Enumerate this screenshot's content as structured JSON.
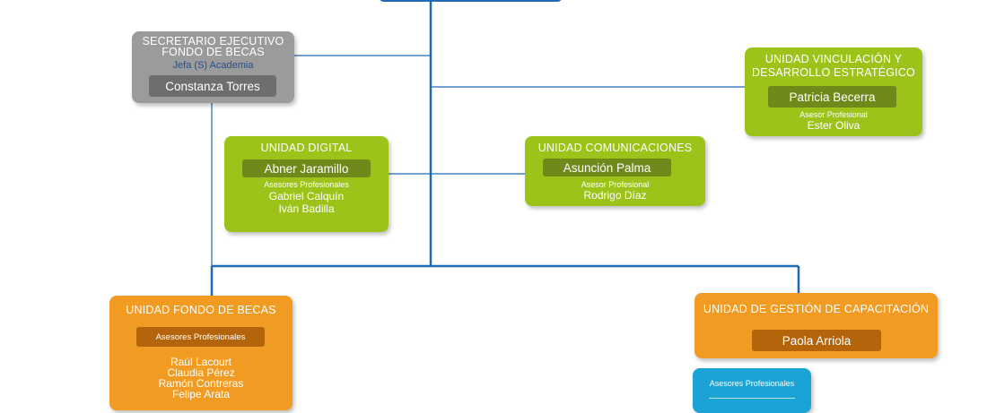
{
  "top_unit": {
    "title": ""
  },
  "secretario": {
    "title_line1": "SECRETARIO EJECUTIVO",
    "title_line2": "FONDO DE BECAS",
    "subtitle": "Jefa (S) Academia",
    "name": "Constanza Torres"
  },
  "vinculacion": {
    "title_line1": "UNIDAD VINCULACIÓN  Y",
    "title_line2": "DESARROLLO ESTRATÉGICO",
    "head": "Patricia Becerra",
    "role_label": "Asesor Profesional",
    "members": [
      "Ester Oliva"
    ]
  },
  "digital": {
    "title": "UNIDAD DIGITAL",
    "head": "Abner Jaramillo",
    "role_label": "Asesores Profesionales",
    "members": [
      "Gabriel Calquín",
      "Iván Badilla"
    ]
  },
  "comunicaciones": {
    "title": "UNIDAD COMUNICACIONES",
    "head": "Asunción Palma",
    "role_label": "Asesor Profesional",
    "members": [
      "Rodrigo Díaz"
    ]
  },
  "fondo_becas": {
    "title": "UNIDAD FONDO DE BECAS",
    "role_label": "Asesores Profesionales",
    "members": [
      "Raúl Lacourt",
      "Claudia Pérez",
      "Ramón Contreras",
      "Felipe Arata"
    ]
  },
  "capacitacion": {
    "title": "UNIDAD DE GESTIÓN DE CAPACITACIÓN",
    "head": "Paola Arriola"
  },
  "capacitacion_advisors": {
    "role_label": "Asesores Profesionales"
  },
  "colors": {
    "line": "#1f6bb3",
    "gray": "#9b9b9b",
    "green": "#9bc31a",
    "orange": "#f29b22",
    "blue": "#1aa3d4"
  }
}
